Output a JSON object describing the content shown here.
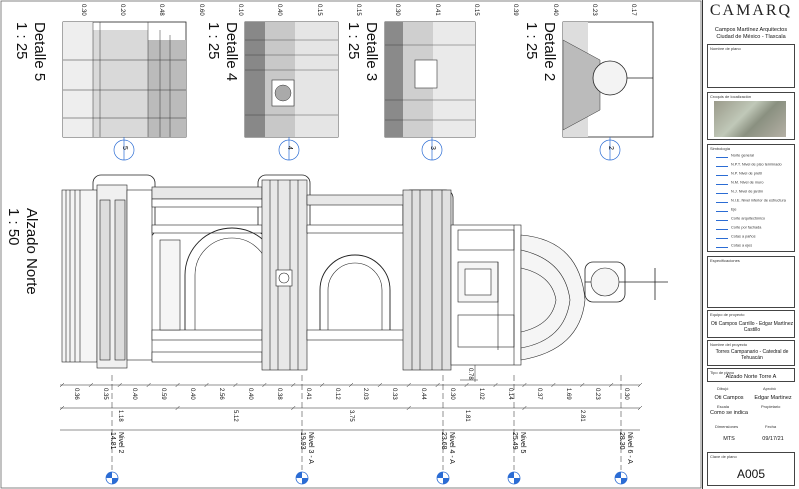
{
  "details": [
    {
      "title": "Detalle 5",
      "scale": "1 : 25",
      "bubble": "5",
      "sheet": "A005"
    },
    {
      "title": "Detalle 4",
      "scale": "1 : 25",
      "bubble": "4",
      "sheet": "A005"
    },
    {
      "title": "Detalle 3",
      "scale": "1 : 25",
      "bubble": "3",
      "sheet": "A005"
    },
    {
      "title": "Detalle 2",
      "scale": "1 : 25",
      "bubble": "2",
      "sheet": "A005"
    }
  ],
  "main_view": {
    "title": "Alzado Norte",
    "scale": "1 : 50"
  },
  "dims_top": [
    "0.30",
    "0.20",
    "0.48",
    "0.60",
    "0.10",
    "0.40",
    "0.15",
    "0.15",
    "0.30",
    "0.41",
    "0.15",
    "0.39",
    "0.40",
    "0.23",
    "0.17"
  ],
  "dims_row1": [
    "0.36",
    "0.35",
    "0.40",
    "0.59",
    "0.40",
    "2.56",
    "0.40",
    "0.38",
    "0.41",
    "0.12",
    "2.03",
    "0.33",
    "0.44",
    "0.30",
    "1.02",
    "0.14",
    "0.37",
    "1.69",
    "0.23",
    "0.30"
  ],
  "dims_row2": [
    "1.18",
    "5.12",
    "3.75",
    "1.81",
    "2.81"
  ],
  "dim_small": "0.78",
  "levels": [
    {
      "name": "Nivel 2",
      "elev": "14.81"
    },
    {
      "name": "Nivel 3 - A",
      "elev": "19.93"
    },
    {
      "name": "Nivel 4 - A",
      "elev": "23.68"
    },
    {
      "name": "Nivel 5",
      "elev": "25.49"
    },
    {
      "name": "Nivel 6 - A",
      "elev": "28.30"
    }
  ],
  "title_block": {
    "logo": "CAMARQ",
    "firm_line1": "Campos Martínez Arquitectos",
    "firm_line2": "Ciudad de México - Tlaxcala",
    "plan_name_label": "Nombre de plano",
    "location_label": "Croquis de localización",
    "symbology_label": "Simbología",
    "legend": [
      "Norte general",
      "N.P.T. Nivel de piso terminado",
      "N.P. Nivel de pretil",
      "N.M. Nivel de muro",
      "N.J. Nivel de jardín",
      "N.I.E. Nivel inferior de estructura",
      "Eje",
      "Corte arquitectónico",
      "Corte por fachada",
      "Cotas a paños",
      "Cotas a ejes"
    ],
    "specs_label": "Especificaciones",
    "project_team_label": "Equipo de proyecto",
    "project_team": "Oti Campos Carrillo - Edgar Martínez Castillo",
    "project_name_label": "Nombre del proyecto",
    "project_name": "Torres Campanario - Catedral de Tehuacán",
    "plan_type_label": "Tipo de plano",
    "plan_type": "Alzado Norte Torre A",
    "drew_label": "Dibujó",
    "approved_label": "Aprobó",
    "drew": "Oti Campos",
    "approved": "Edgar Martinez",
    "scale_label": "Escala",
    "owner_label": "Propietario",
    "scale_value": "Como se indica",
    "dims_label": "Dimensiones",
    "date_label": "Fecha",
    "dims_value": "MTS",
    "date_value": "09/17/21",
    "key_label": "Clave de plano",
    "key_value": "A005"
  }
}
